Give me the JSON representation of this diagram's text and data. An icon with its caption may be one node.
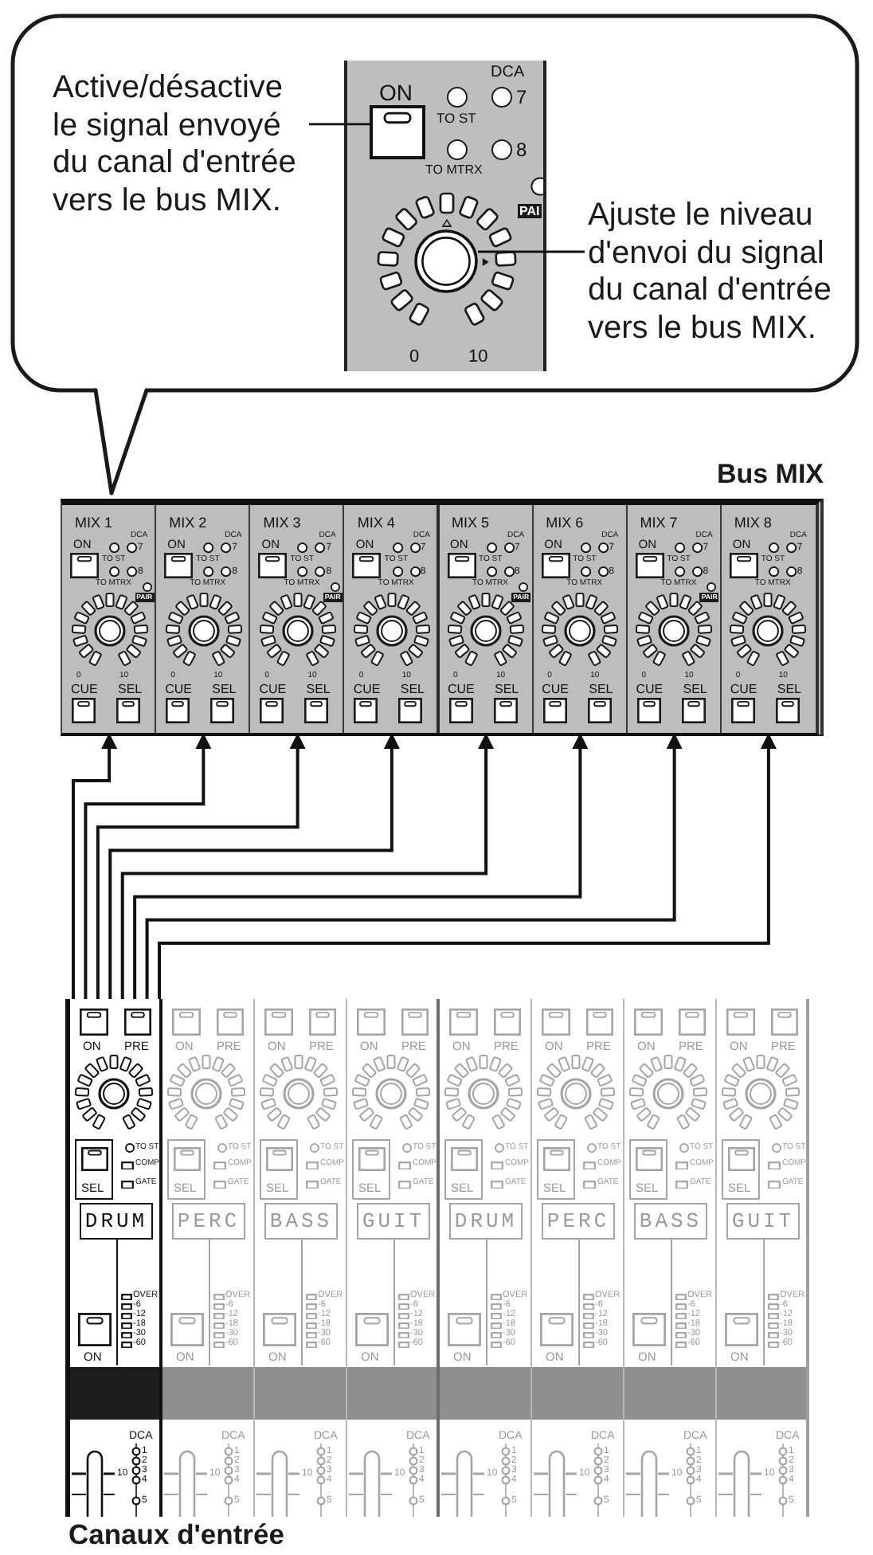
{
  "diagram": {
    "nodes": [
      {
        "text": [],
        "shape": "callout"
      },
      {
        "text": [
          "Active/désactive le signal envoyé du canal d'entrée vers le bus MIX."
        ],
        "in": 0
      },
      {
        "text": [
          "DCA",
          "ON",
          "TO ST",
          "7",
          "TO MTRX",
          "8",
          "PAI",
          "0",
          "10"
        ],
        "in": 0
      },
      {
        "text": [],
        "shape": "button",
        "in": 2
      },
      {
        "text": [],
        "shape": "knob",
        "in": 2
      },
      {
        "text": [
          "Ajuste le niveau d'envoi du signal du canal d'entrée vers le bus MIX."
        ],
        "in": 0
      },
      {
        "text": [
          "Bus MIX"
        ]
      },
      {
        "text": [
          "MIX 1",
          "DCA",
          "ON",
          "TO ST",
          "7",
          "TO MTRX",
          "8",
          "0",
          "10",
          "CUE",
          "SEL",
          "PAIR"
        ],
        "in": 6
      },
      {
        "text": [
          "MIX 2",
          "DCA",
          "ON",
          "TO ST",
          "7",
          "TO MTRX",
          "8",
          "0",
          "10",
          "CUE",
          "SEL"
        ],
        "in": 6
      },
      {
        "text": [
          "MIX 3",
          "DCA",
          "ON",
          "TO ST",
          "7",
          "TO MTRX",
          "8",
          "0",
          "10",
          "CUE",
          "SEL",
          "PAIR"
        ],
        "in": 6
      },
      {
        "text": [
          "MIX 4",
          "DCA",
          "ON",
          "TO ST",
          "7",
          "TO MTRX",
          "8",
          "0",
          "10",
          "CUE",
          "SEL"
        ],
        "in": 6
      },
      {
        "text": [
          "MIX 5",
          "DCA",
          "ON",
          "TO ST",
          "7",
          "TO MTRX",
          "8",
          "0",
          "10",
          "CUE",
          "SEL",
          "PAIR"
        ],
        "in": 6
      },
      {
        "text": [
          "MIX 6",
          "DCA",
          "ON",
          "TO ST",
          "7",
          "TO MTRX",
          "8",
          "0",
          "10",
          "CUE",
          "SEL"
        ],
        "in": 6
      },
      {
        "text": [
          "MIX 7",
          "DCA",
          "ON",
          "TO ST",
          "7",
          "TO MTRX",
          "8",
          "0",
          "10",
          "CUE",
          "SEL",
          "PAIR"
        ],
        "in": 6
      },
      {
        "text": [
          "MIX 8",
          "DCA",
          "ON",
          "TO ST",
          "7",
          "TO MTRX",
          "8",
          "0",
          "10",
          "CUE",
          "SEL"
        ],
        "in": 6
      },
      {
        "text": [
          "Canaux d'entrée"
        ]
      },
      {
        "text": [
          "ON",
          "PRE",
          "TO ST",
          "COMP",
          "GATE",
          "SEL",
          "DRUM",
          "OVER",
          "-6",
          "-12",
          "-18",
          "-30",
          "-60",
          "ON",
          "DCA",
          "1",
          "2",
          "3",
          "4",
          "10",
          "5"
        ],
        "in": 15
      },
      {
        "text": [
          "ON",
          "PRE",
          "TO ST",
          "COMP",
          "GATE",
          "SEL",
          "PERC",
          "OVER",
          "-6",
          "-12",
          "-18",
          "-30",
          "-60",
          "ON",
          "DCA",
          "1",
          "2",
          "3",
          "4",
          "10",
          "5"
        ],
        "in": 15
      },
      {
        "text": [
          "ON",
          "PRE",
          "TO ST",
          "COMP",
          "GATE",
          "SEL",
          "BASS",
          "OVER",
          "-6",
          "-12",
          "-18",
          "-30",
          "-60",
          "ON",
          "DCA",
          "1",
          "2",
          "3",
          "4",
          "10",
          "5"
        ],
        "in": 15
      },
      {
        "text": [
          "ON",
          "PRE",
          "TO ST",
          "COMP",
          "GATE",
          "SEL",
          "GUIT",
          "OVER",
          "-6",
          "-12",
          "-18",
          "-30",
          "-60",
          "ON",
          "DCA",
          "1",
          "2",
          "3",
          "4",
          "10",
          "5"
        ],
        "in": 15
      },
      {
        "text": [
          "ON",
          "PRE",
          "TO ST",
          "COMP",
          "GATE",
          "SEL",
          "DRUM",
          "OVER",
          "-6",
          "-12",
          "-18",
          "-30",
          "-60",
          "ON",
          "DCA",
          "1",
          "2",
          "3",
          "4",
          "10",
          "5"
        ],
        "in": 15
      },
      {
        "text": [
          "ON",
          "PRE",
          "TO ST",
          "COMP",
          "GATE",
          "SEL",
          "PERC",
          "OVER",
          "-6",
          "-12",
          "-18",
          "-30",
          "-60",
          "ON",
          "DCA",
          "1",
          "2",
          "3",
          "4",
          "10",
          "5"
        ],
        "in": 15
      },
      {
        "text": [
          "ON",
          "PRE",
          "TO ST",
          "COMP",
          "GATE",
          "SEL",
          "BASS",
          "OVER",
          "-6",
          "-12",
          "-18",
          "-30",
          "-60",
          "ON",
          "DCA",
          "1",
          "2",
          "3",
          "4",
          "10",
          "5"
        ],
        "in": 15
      },
      {
        "text": [
          "ON",
          "PRE",
          "TO ST",
          "COMP",
          "GATE",
          "SEL",
          "GUIT",
          "OVER",
          "-6",
          "-12",
          "-18",
          "-30",
          "-60",
          "ON",
          "DCA",
          "1",
          "2",
          "3",
          "4",
          "10",
          "5"
        ],
        "in": 15
      }
    ],
    "edges": [
      {
        "from": 1,
        "to": 3,
        "arrow": "none"
      },
      {
        "from": 5,
        "to": 4,
        "arrow": "none"
      },
      {
        "from": 16,
        "to": 7,
        "arrow": "to"
      },
      {
        "from": 16,
        "to": 8,
        "arrow": "to"
      },
      {
        "from": 16,
        "to": 9,
        "arrow": "to"
      },
      {
        "from": 16,
        "to": 10,
        "arrow": "to"
      },
      {
        "from": 16,
        "to": 11,
        "arrow": "to"
      },
      {
        "from": 16,
        "to": 12,
        "arrow": "to"
      },
      {
        "from": 16,
        "to": 13,
        "arrow": "to"
      },
      {
        "from": 16,
        "to": 14,
        "arrow": "to"
      }
    ]
  }
}
